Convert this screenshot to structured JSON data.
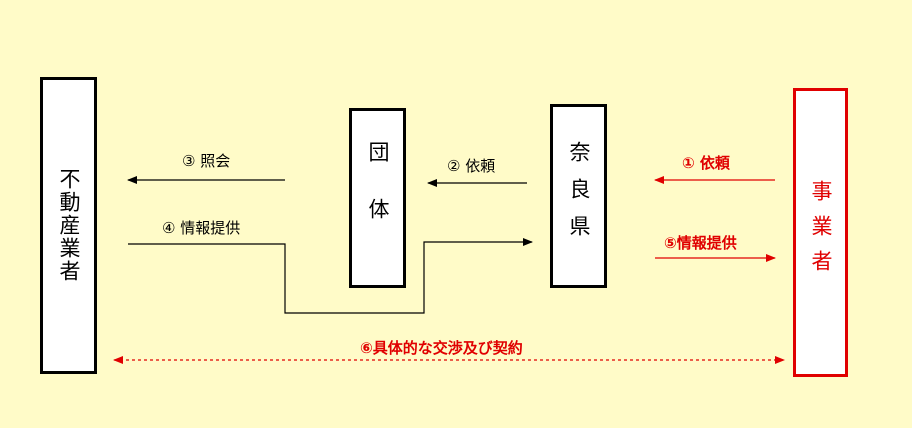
{
  "entities": {
    "realtor": "不動産業者",
    "group": "団体",
    "prefecture": "奈良県",
    "business": "事業者"
  },
  "flows": {
    "step1": "① 依頼",
    "step2": "② 依頼",
    "step3": "③ 照会",
    "step4": "④ 情報提供",
    "step5": "⑤情報提供",
    "step6": "⑥具体的な交渉及び契約"
  },
  "colors": {
    "background": "#fffbc8",
    "accent": "#e00000",
    "line": "#000000"
  }
}
